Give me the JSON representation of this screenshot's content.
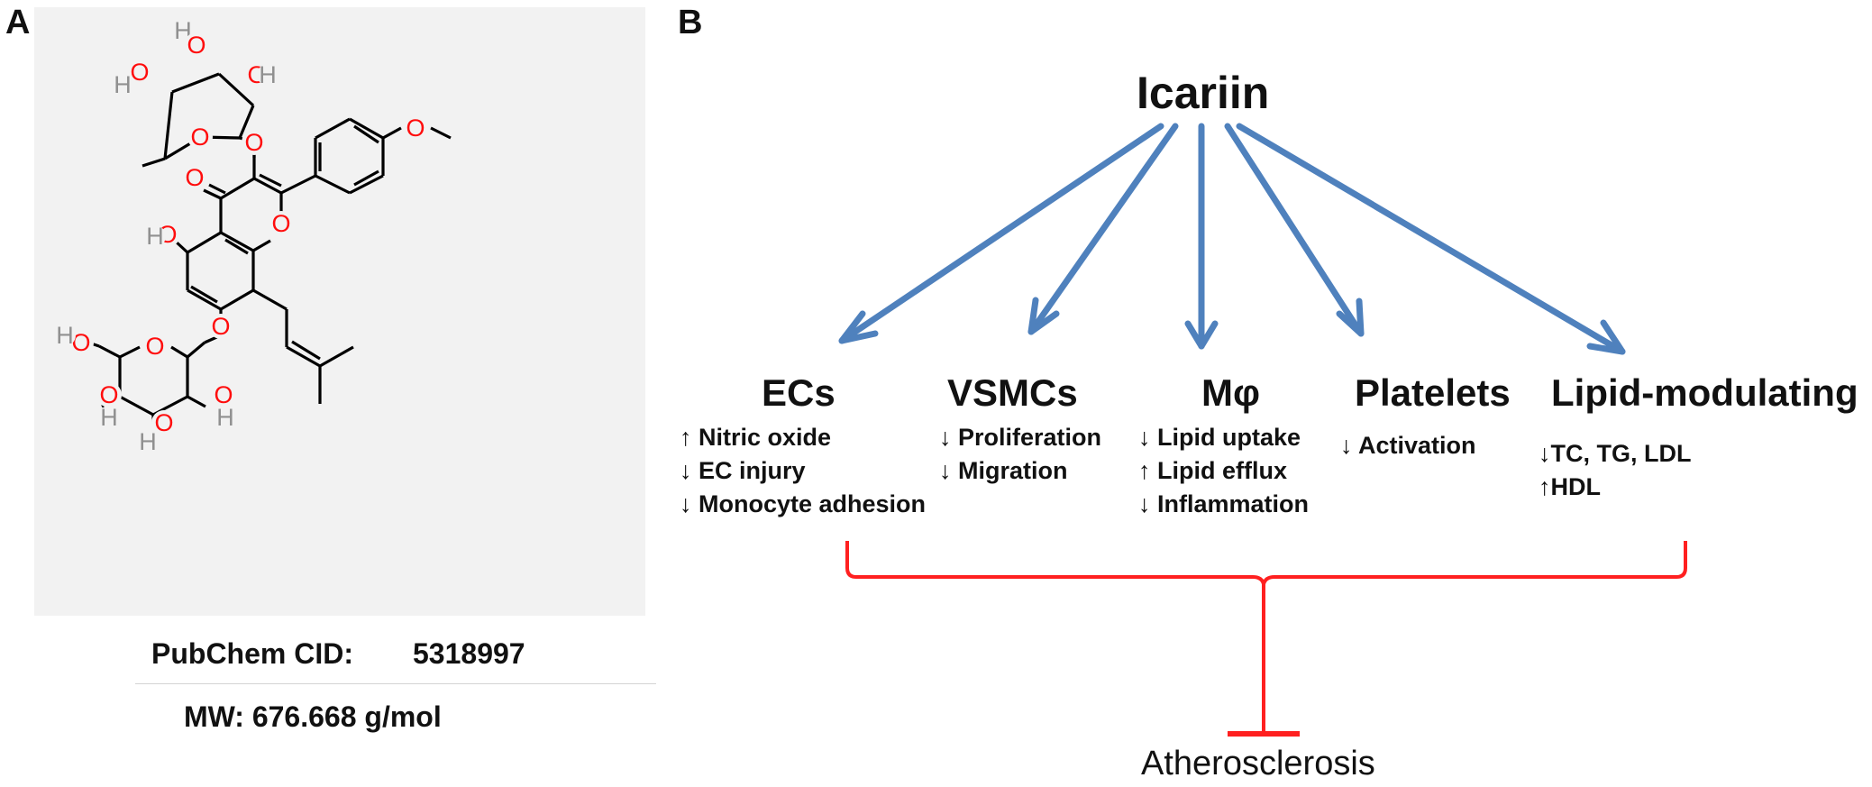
{
  "panel_a": {
    "label": "A",
    "pubchem_label": "PubChem CID:",
    "pubchem_cid": "5318997",
    "mw": "MW: 676.668 g/mol",
    "atom_labels": {
      "oxygen": "O",
      "hydrogen": "H"
    },
    "colors": {
      "oxygen": "#ff0d0d",
      "hydrogen": "#909090",
      "background": "#f2f2f2"
    }
  },
  "panel_b": {
    "label": "B",
    "source": "Icariin",
    "target": {
      "text": "Atherosclerosis",
      "relation": "inhibition"
    },
    "colors": {
      "arrows": "#4f81bd",
      "inhibition": "#ff2020"
    },
    "targets": [
      {
        "title": "ECs",
        "effects": [
          "↑ Nitric oxide",
          "↓ EC injury",
          "↓ Monocyte adhesion"
        ]
      },
      {
        "title": "VSMCs",
        "effects": [
          "↓ Proliferation",
          "↓ Migration"
        ]
      },
      {
        "title": "Mφ",
        "effects": [
          "↓ Lipid uptake",
          "↑ Lipid efflux",
          "↓ Inflammation"
        ]
      },
      {
        "title": "Platelets",
        "effects": [
          "↓ Activation"
        ]
      },
      {
        "title": "Lipid-modulating",
        "effects": [
          "↓TC, TG, LDL",
          "↑HDL"
        ]
      }
    ]
  }
}
